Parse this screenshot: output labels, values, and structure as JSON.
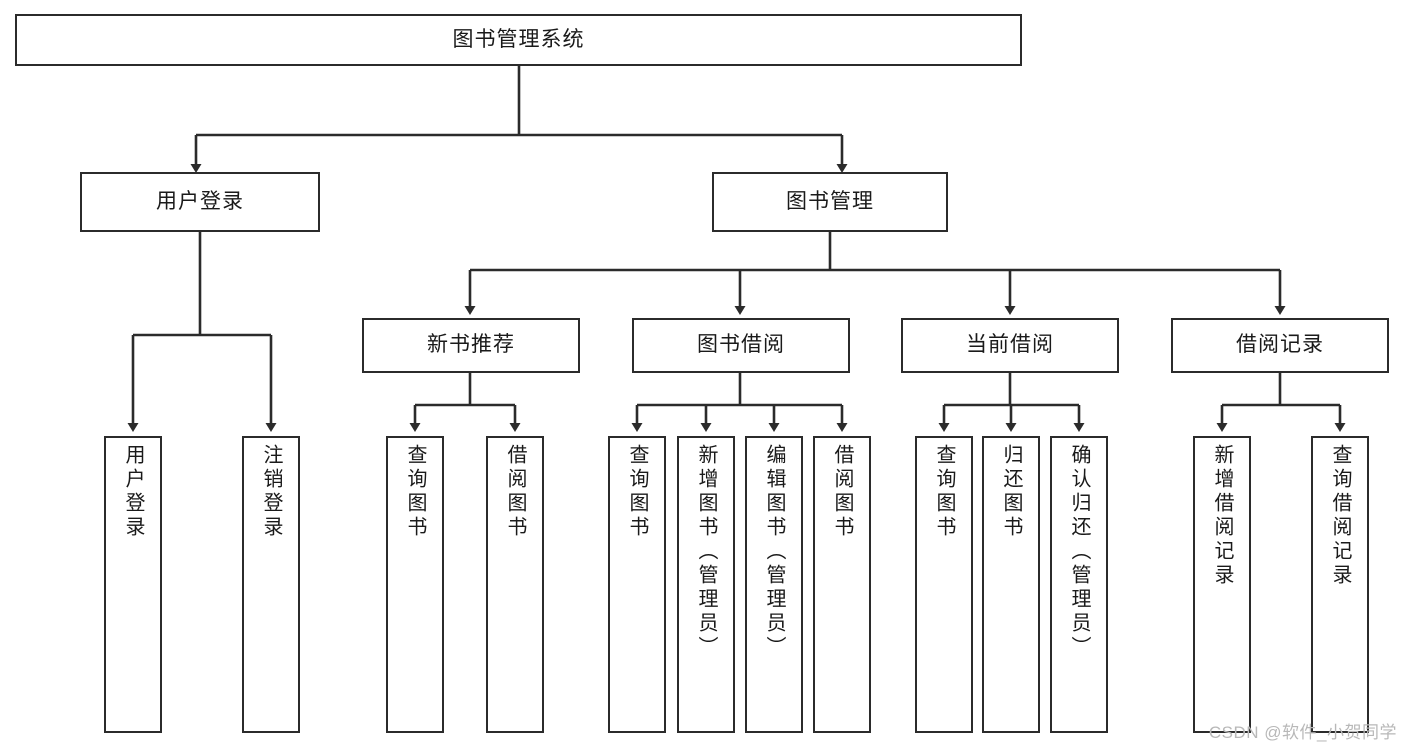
{
  "diagram": {
    "title": "图书管理系统",
    "type": "tree-hierarchy-diagram",
    "colors": {
      "background": "#ffffff",
      "box_border": "#2b2b2b",
      "box_fill": "#ffffff",
      "text": "#1a1a1a",
      "connector": "#2b2b2b",
      "watermark": "#b8b8b8"
    },
    "root": {
      "label": "图书管理系统"
    },
    "level1": [
      {
        "label": "用户登录"
      },
      {
        "label": "图书管理"
      }
    ],
    "level2": [
      {
        "label": "新书推荐"
      },
      {
        "label": "图书借阅"
      },
      {
        "label": "当前借阅"
      },
      {
        "label": "借阅记录"
      }
    ],
    "leaves": {
      "user_login": [
        {
          "label": "用户登录"
        },
        {
          "label": "注销登录"
        }
      ],
      "new_book_recommend": [
        {
          "label": "查询图书"
        },
        {
          "label": "借阅图书"
        }
      ],
      "book_borrow": [
        {
          "label": "查询图书"
        },
        {
          "label": "新增图书（管理员）"
        },
        {
          "label": "编辑图书（管理员）"
        },
        {
          "label": "借阅图书"
        }
      ],
      "current_borrow": [
        {
          "label": "查询图书"
        },
        {
          "label": "归还图书"
        },
        {
          "label": "确认归还（管理员）"
        }
      ],
      "borrow_record": [
        {
          "label": "新增借阅记录"
        },
        {
          "label": "查询借阅记录"
        }
      ]
    },
    "watermark": "CSDN @软件_小贺同学"
  }
}
